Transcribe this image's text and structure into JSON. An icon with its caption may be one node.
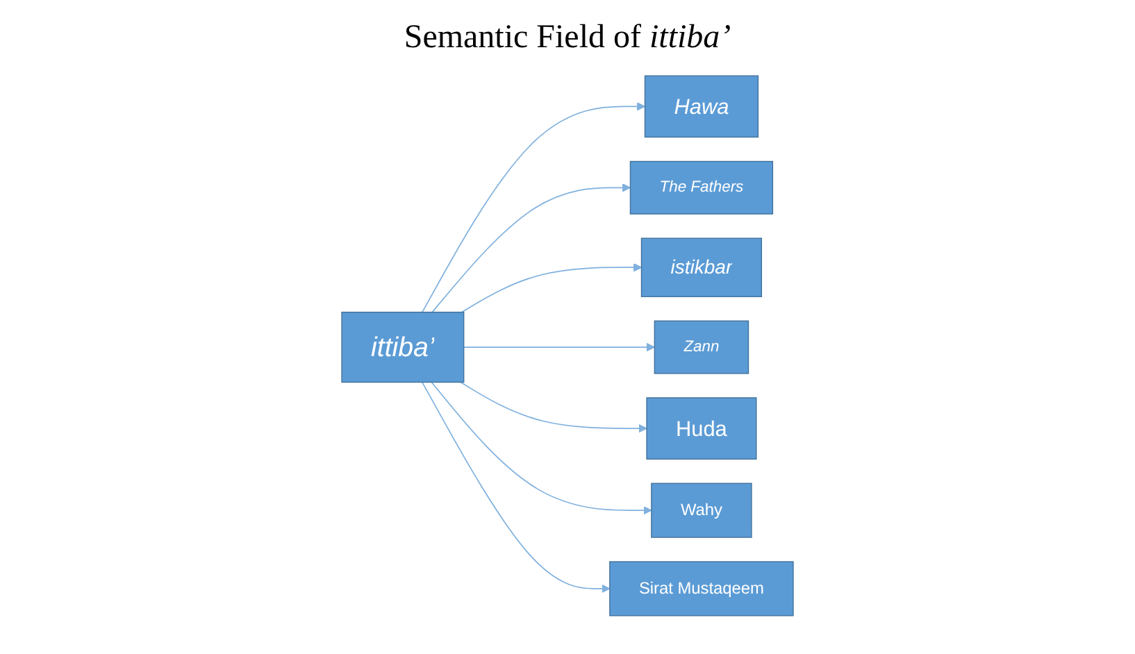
{
  "diagram": {
    "title": "Semantic Field of *ittiba’*",
    "nodes": [
      {
        "text": [
          "ittiba’"
        ]
      },
      {
        "text": [
          "Hawa"
        ]
      },
      {
        "text": [
          "The Fathers"
        ]
      },
      {
        "text": [
          "istikbar"
        ]
      },
      {
        "text": [
          "Zann"
        ]
      },
      {
        "text": [
          "Huda"
        ]
      },
      {
        "text": [
          "Wahy"
        ]
      },
      {
        "text": [
          "Sirat Mustaqeem"
        ]
      }
    ],
    "edges": [
      {
        "from": 0,
        "to": 1,
        "arrow": "to"
      },
      {
        "from": 0,
        "to": 2,
        "arrow": "to"
      },
      {
        "from": 0,
        "to": 3,
        "arrow": "to"
      },
      {
        "from": 0,
        "to": 4,
        "arrow": "to"
      },
      {
        "from": 0,
        "to": 5,
        "arrow": "to"
      },
      {
        "from": 0,
        "to": 6,
        "arrow": "to"
      },
      {
        "from": 0,
        "to": 7,
        "arrow": "to"
      }
    ]
  }
}
